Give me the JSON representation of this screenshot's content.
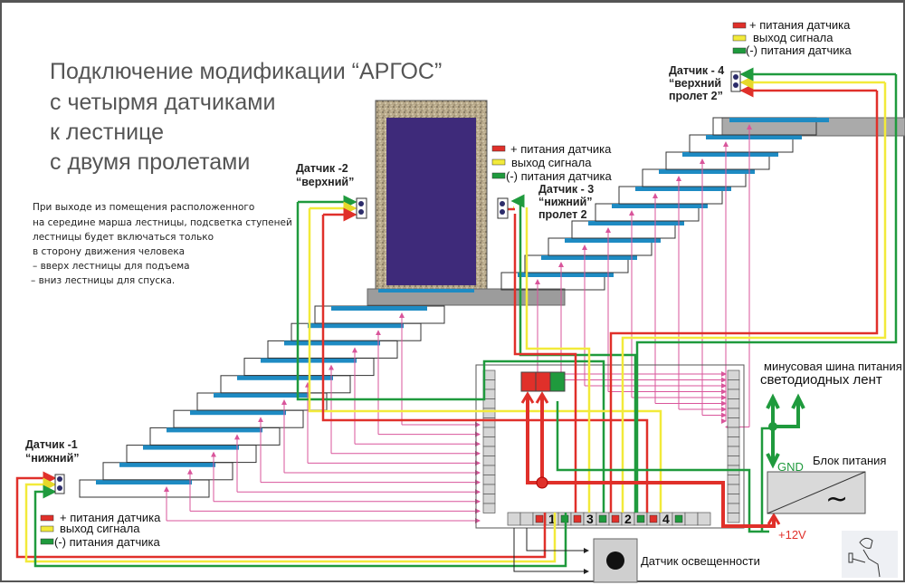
{
  "title": {
    "lines": [
      "Подключение модификации “АРГОС”",
      "с четырмя датчиками",
      "к лестнице",
      "с двумя пролетами"
    ]
  },
  "note": {
    "lines": [
      "При выходе из помещения расположенного",
      " на середине марша лестницы, подсветка ступеней",
      " лестницы будет включаться только",
      "  в сторону движения человека",
      " – вверх лестницы для подъема",
      "– вниз лестницы для спуска."
    ]
  },
  "legend": {
    "plus": "+ питания датчика",
    "signal": "выход сигнала",
    "minus": "(-) питания датчика"
  },
  "sensors": [
    {
      "name": "Датчик -1",
      "sub": "“нижний”",
      "sub2": ""
    },
    {
      "name": "Датчик -2",
      "sub": "“верхний”",
      "sub2": ""
    },
    {
      "name": "Датчик - 3",
      "sub": "“нижний”",
      "sub2": "пролет 2"
    },
    {
      "name": "Датчик - 4",
      "sub": "“верхний",
      "sub2": "пролет 2”"
    }
  ],
  "controller": {
    "terminal_numbers": [
      "1",
      "3",
      "2",
      "4"
    ]
  },
  "power": {
    "bus_label_1": "минусовая шина питания",
    "bus_label_2": "светодиодных лент",
    "gnd": "GND",
    "unit": "Блок питания",
    "ac_symbol": "~",
    "v12": "+12V"
  },
  "light_sensor": {
    "label": "Датчик освещенности"
  },
  "colors": {
    "plus": "#e0302a",
    "signal": "#f2ea3a",
    "minus": "#1f9a3d",
    "led": "#1e8bc3",
    "wire_pink": "#d9559b",
    "door": "#3e2a7a",
    "landing": "#9c9c9c"
  }
}
